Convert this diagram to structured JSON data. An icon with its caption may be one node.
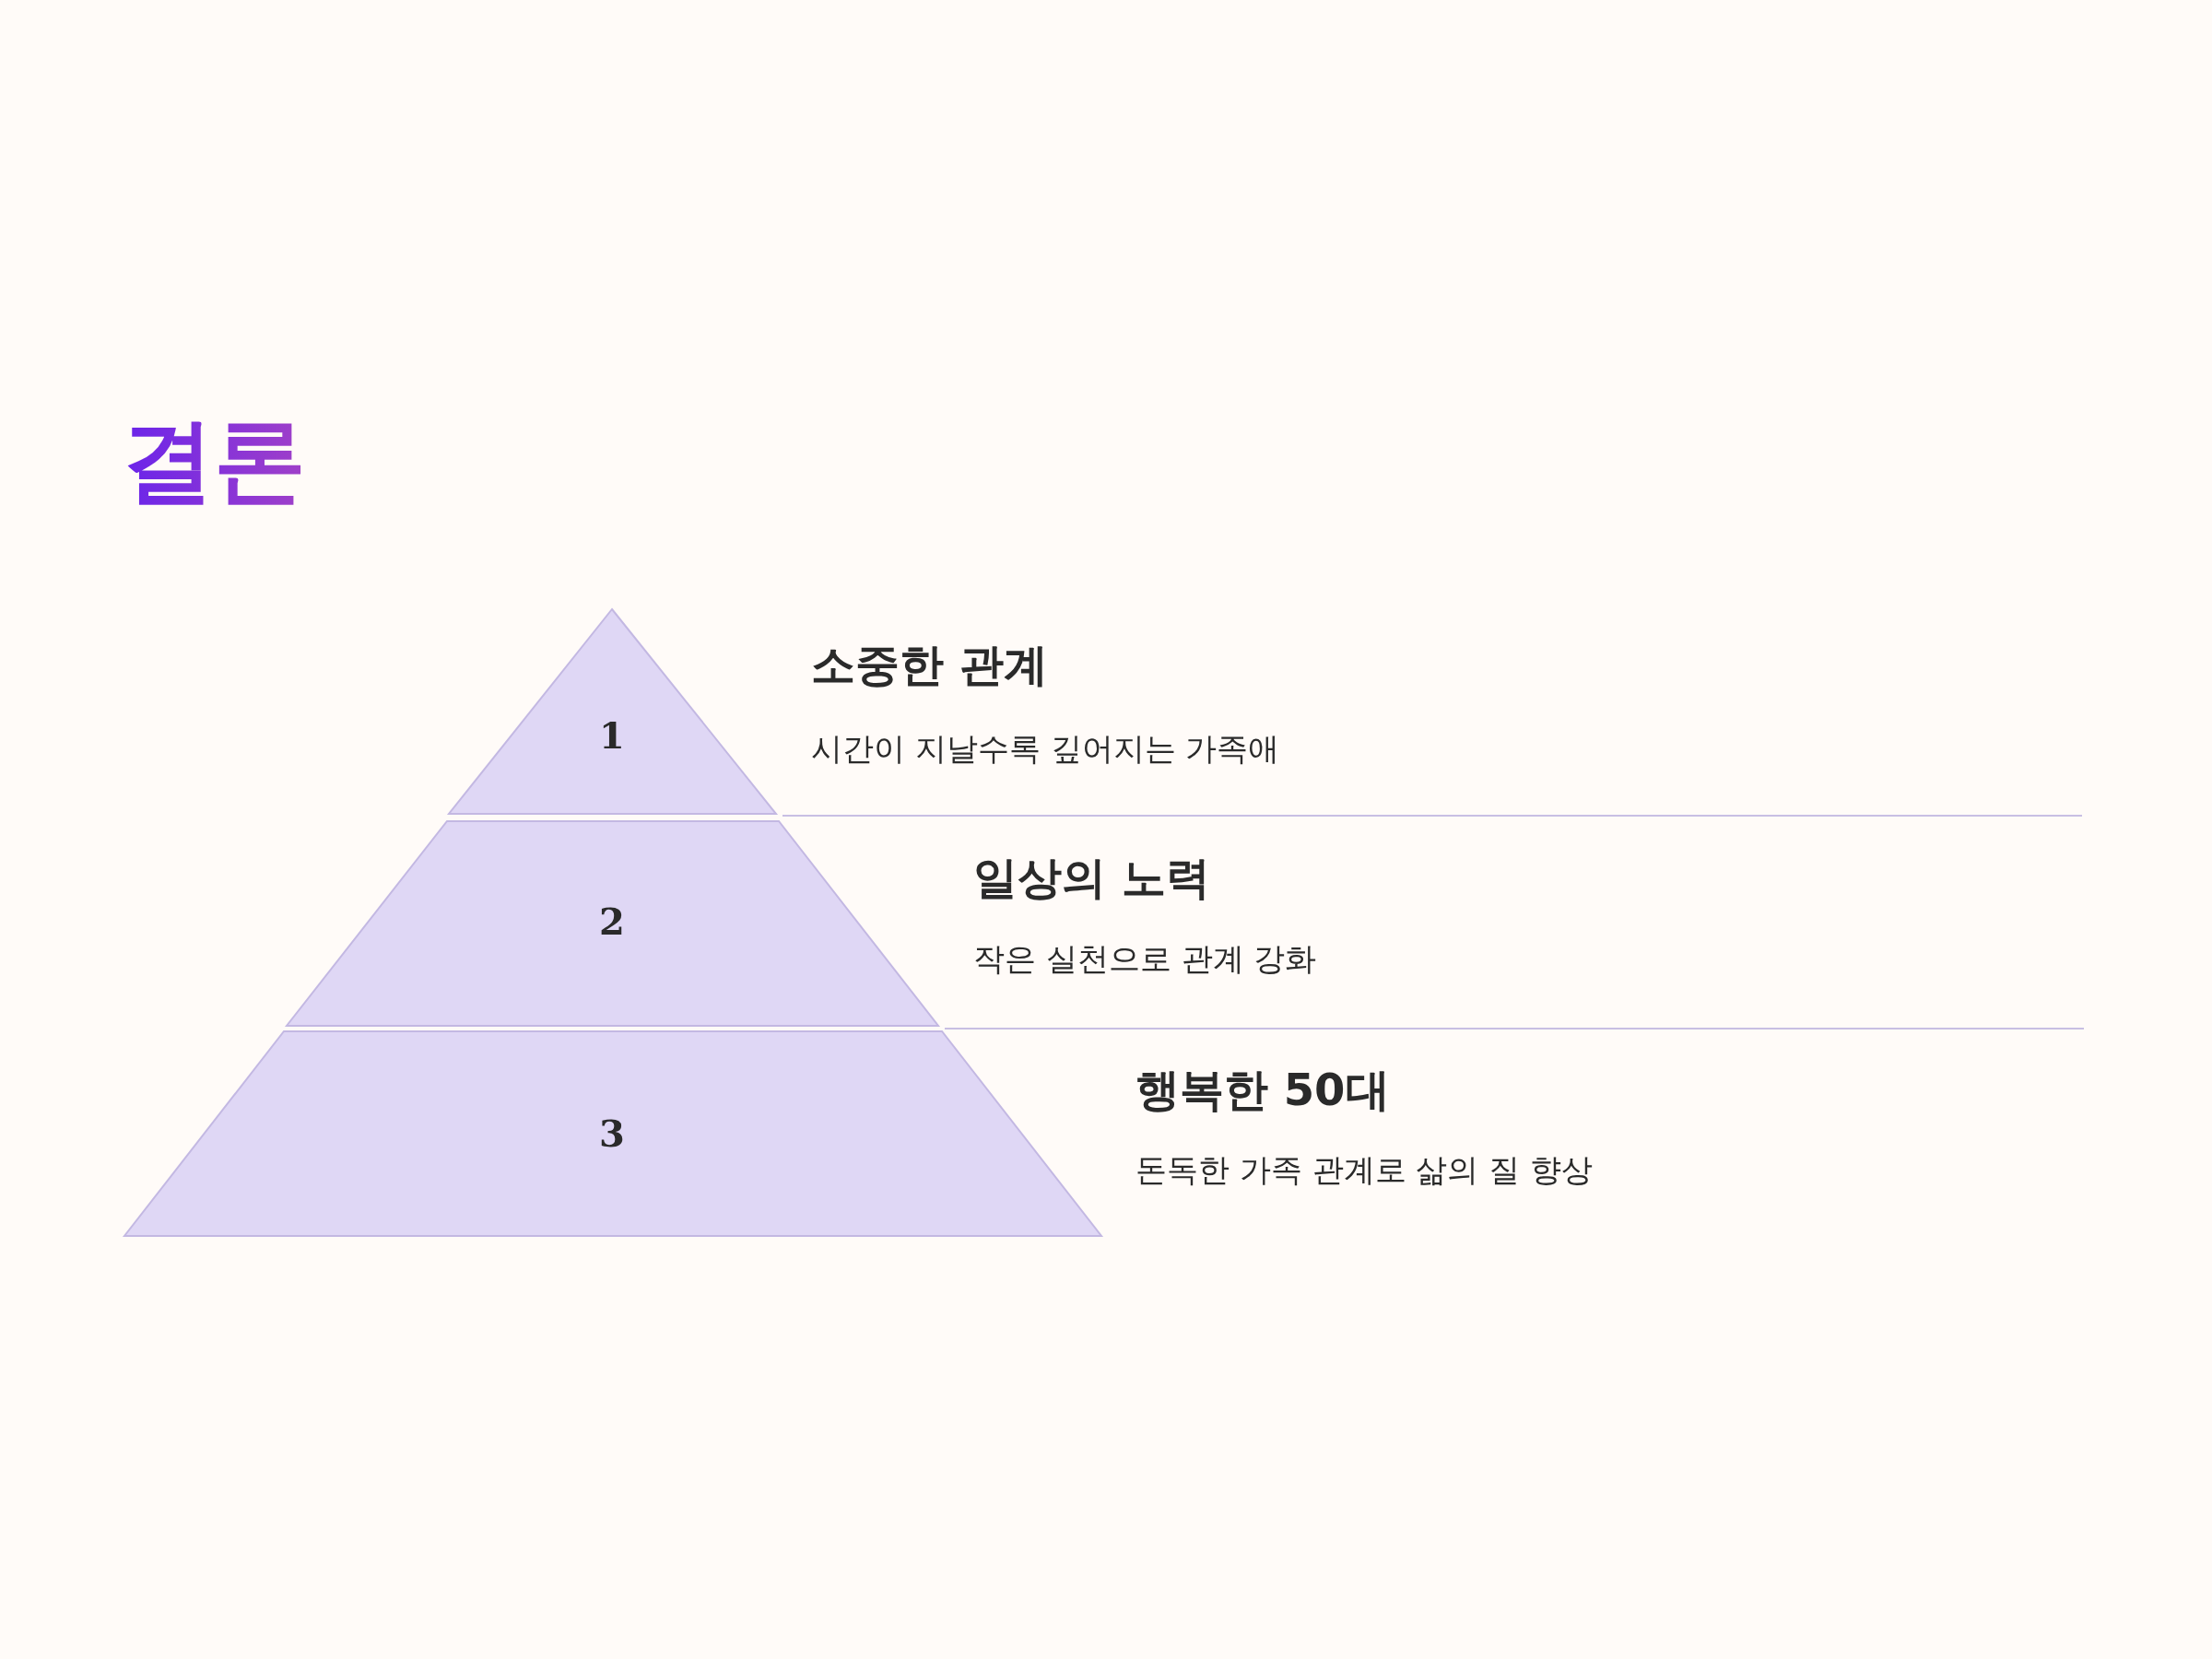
{
  "diagram": {
    "title": "결론",
    "nodes": [
      {
        "text": [
          "1"
        ],
        "beside": [
          "소중한 관계",
          "시간이 지날수록 깊어지는 가족애"
        ]
      },
      {
        "text": [
          "2"
        ],
        "beside": [
          "일상의 노력",
          "작은 실천으로 관계 강화"
        ]
      },
      {
        "text": [
          "3"
        ],
        "beside": [
          "행복한 50대",
          "돈독한 가족 관계로 삶의 질 향상"
        ]
      }
    ]
  }
}
